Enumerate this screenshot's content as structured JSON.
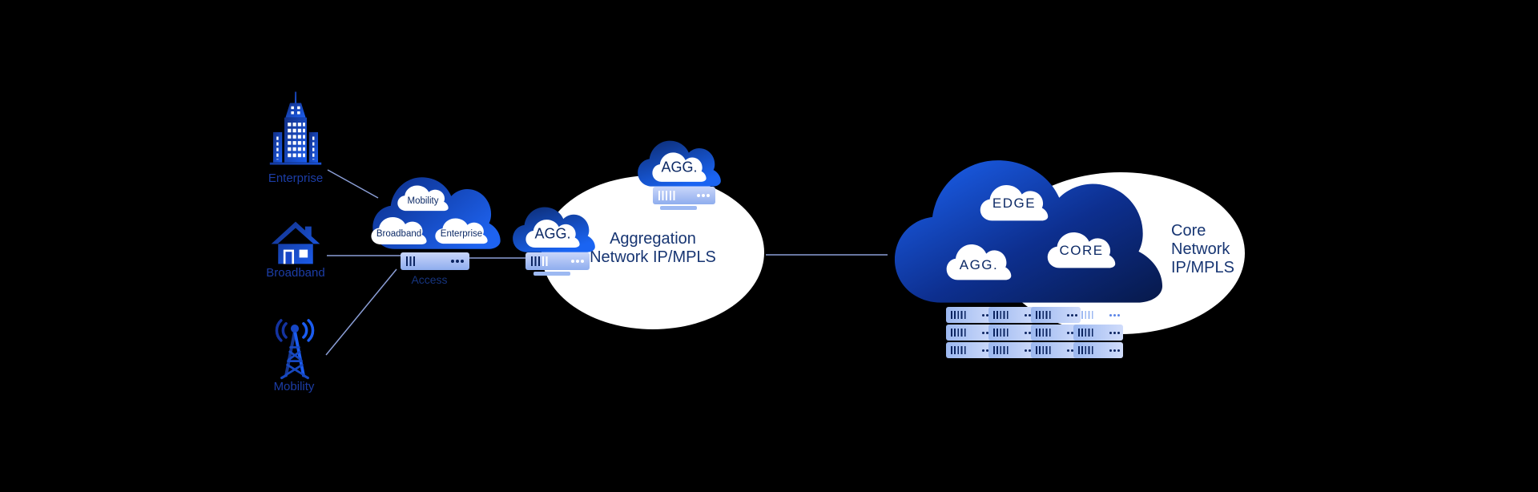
{
  "sources": {
    "enterprise": {
      "label": "Enterprise"
    },
    "broadband": {
      "label": "Broadband"
    },
    "mobility": {
      "label": "Mobility"
    }
  },
  "access": {
    "label": "Access",
    "clouds": {
      "mobility": "Mobility",
      "broadband": "Broadband",
      "enterprise": "Enterprise"
    }
  },
  "aggregation": {
    "left_cloud_label": "AGG.",
    "top_cloud_label": "AGG.",
    "title": [
      "Aggregation",
      "Network IP/MPLS"
    ]
  },
  "core": {
    "clouds": {
      "edge": "EDGE",
      "agg": "AGG.",
      "core": "CORE"
    },
    "title": [
      "Core",
      "Network",
      "IP/MPLS"
    ]
  },
  "colors": {
    "background": "#000000",
    "cloud_bright_blue": "#1c60ee",
    "cloud_dark_navy": "#0a2160",
    "white_cloud": "#ffffff",
    "link_line": "#8b9ed6",
    "server_light_blue": "#a9c2f4",
    "source_label_navy": "#1c3da6",
    "title_navy": "#173572",
    "mini_label_navy": "#0d2a66"
  }
}
